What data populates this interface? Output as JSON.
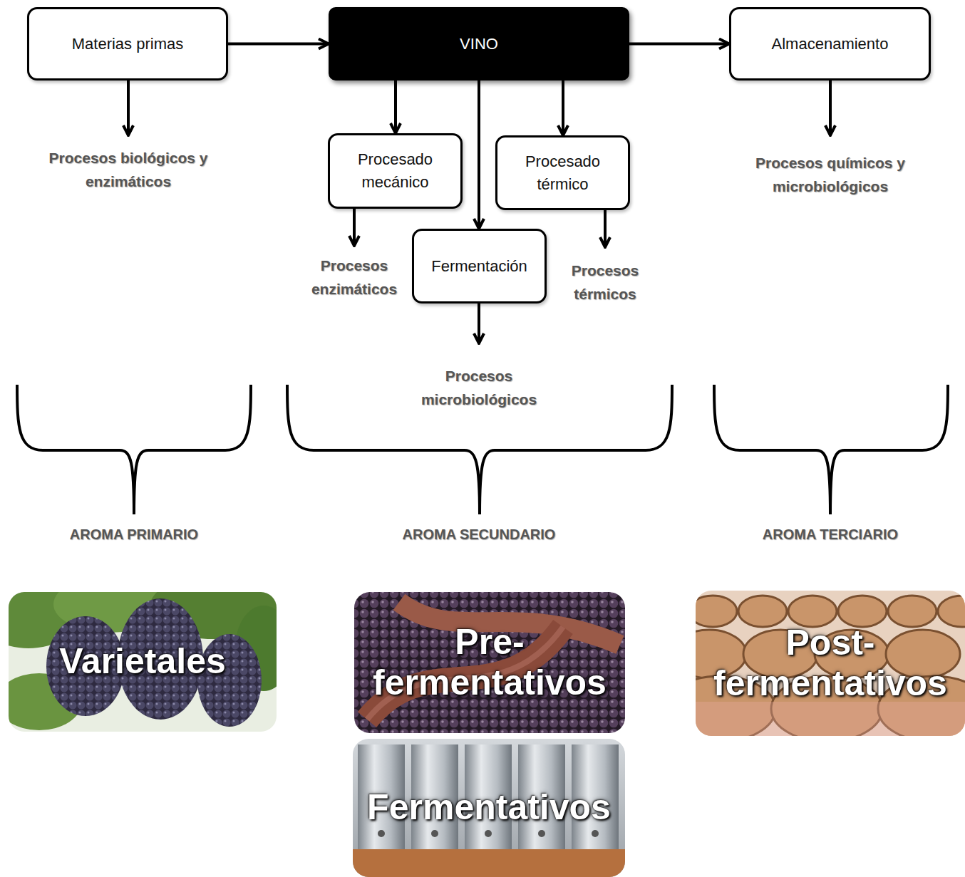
{
  "diagram": {
    "nodes": [
      {
        "text": [
          "Materias primas"
        ]
      },
      {
        "text": [
          "VINO"
        ]
      },
      {
        "text": [
          "Almacenamiento"
        ]
      },
      {
        "text": [
          "Procesado mecánico"
        ]
      },
      {
        "text": [
          "Procesado térmico"
        ]
      },
      {
        "text": [
          "Fermentación"
        ]
      },
      {
        "text": [
          "Varietales"
        ]
      },
      {
        "text": [
          "Pre-fermentativos"
        ]
      },
      {
        "text": [
          "Post-fermentativos"
        ]
      },
      {
        "text": [
          "Fermentativos"
        ]
      }
    ],
    "edges": [
      {
        "from": 0,
        "to": 1,
        "arrow": "to"
      },
      {
        "from": 1,
        "to": 2,
        "arrow": "to"
      },
      {
        "from": 1,
        "to": 3,
        "arrow": "to"
      },
      {
        "from": 1,
        "to": 5,
        "arrow": "to"
      },
      {
        "from": 1,
        "to": 4,
        "arrow": "to"
      }
    ],
    "labels": [
      "Procesos biológicos y enzimáticos",
      "Procesos químicos y microbiológicos",
      "Procesos enzimáticos",
      "Procesos térmicos",
      "Procesos microbiológicos",
      "AROMA PRIMARIO",
      "AROMA SECUNDARIO",
      "AROMA TERCIARIO"
    ]
  }
}
